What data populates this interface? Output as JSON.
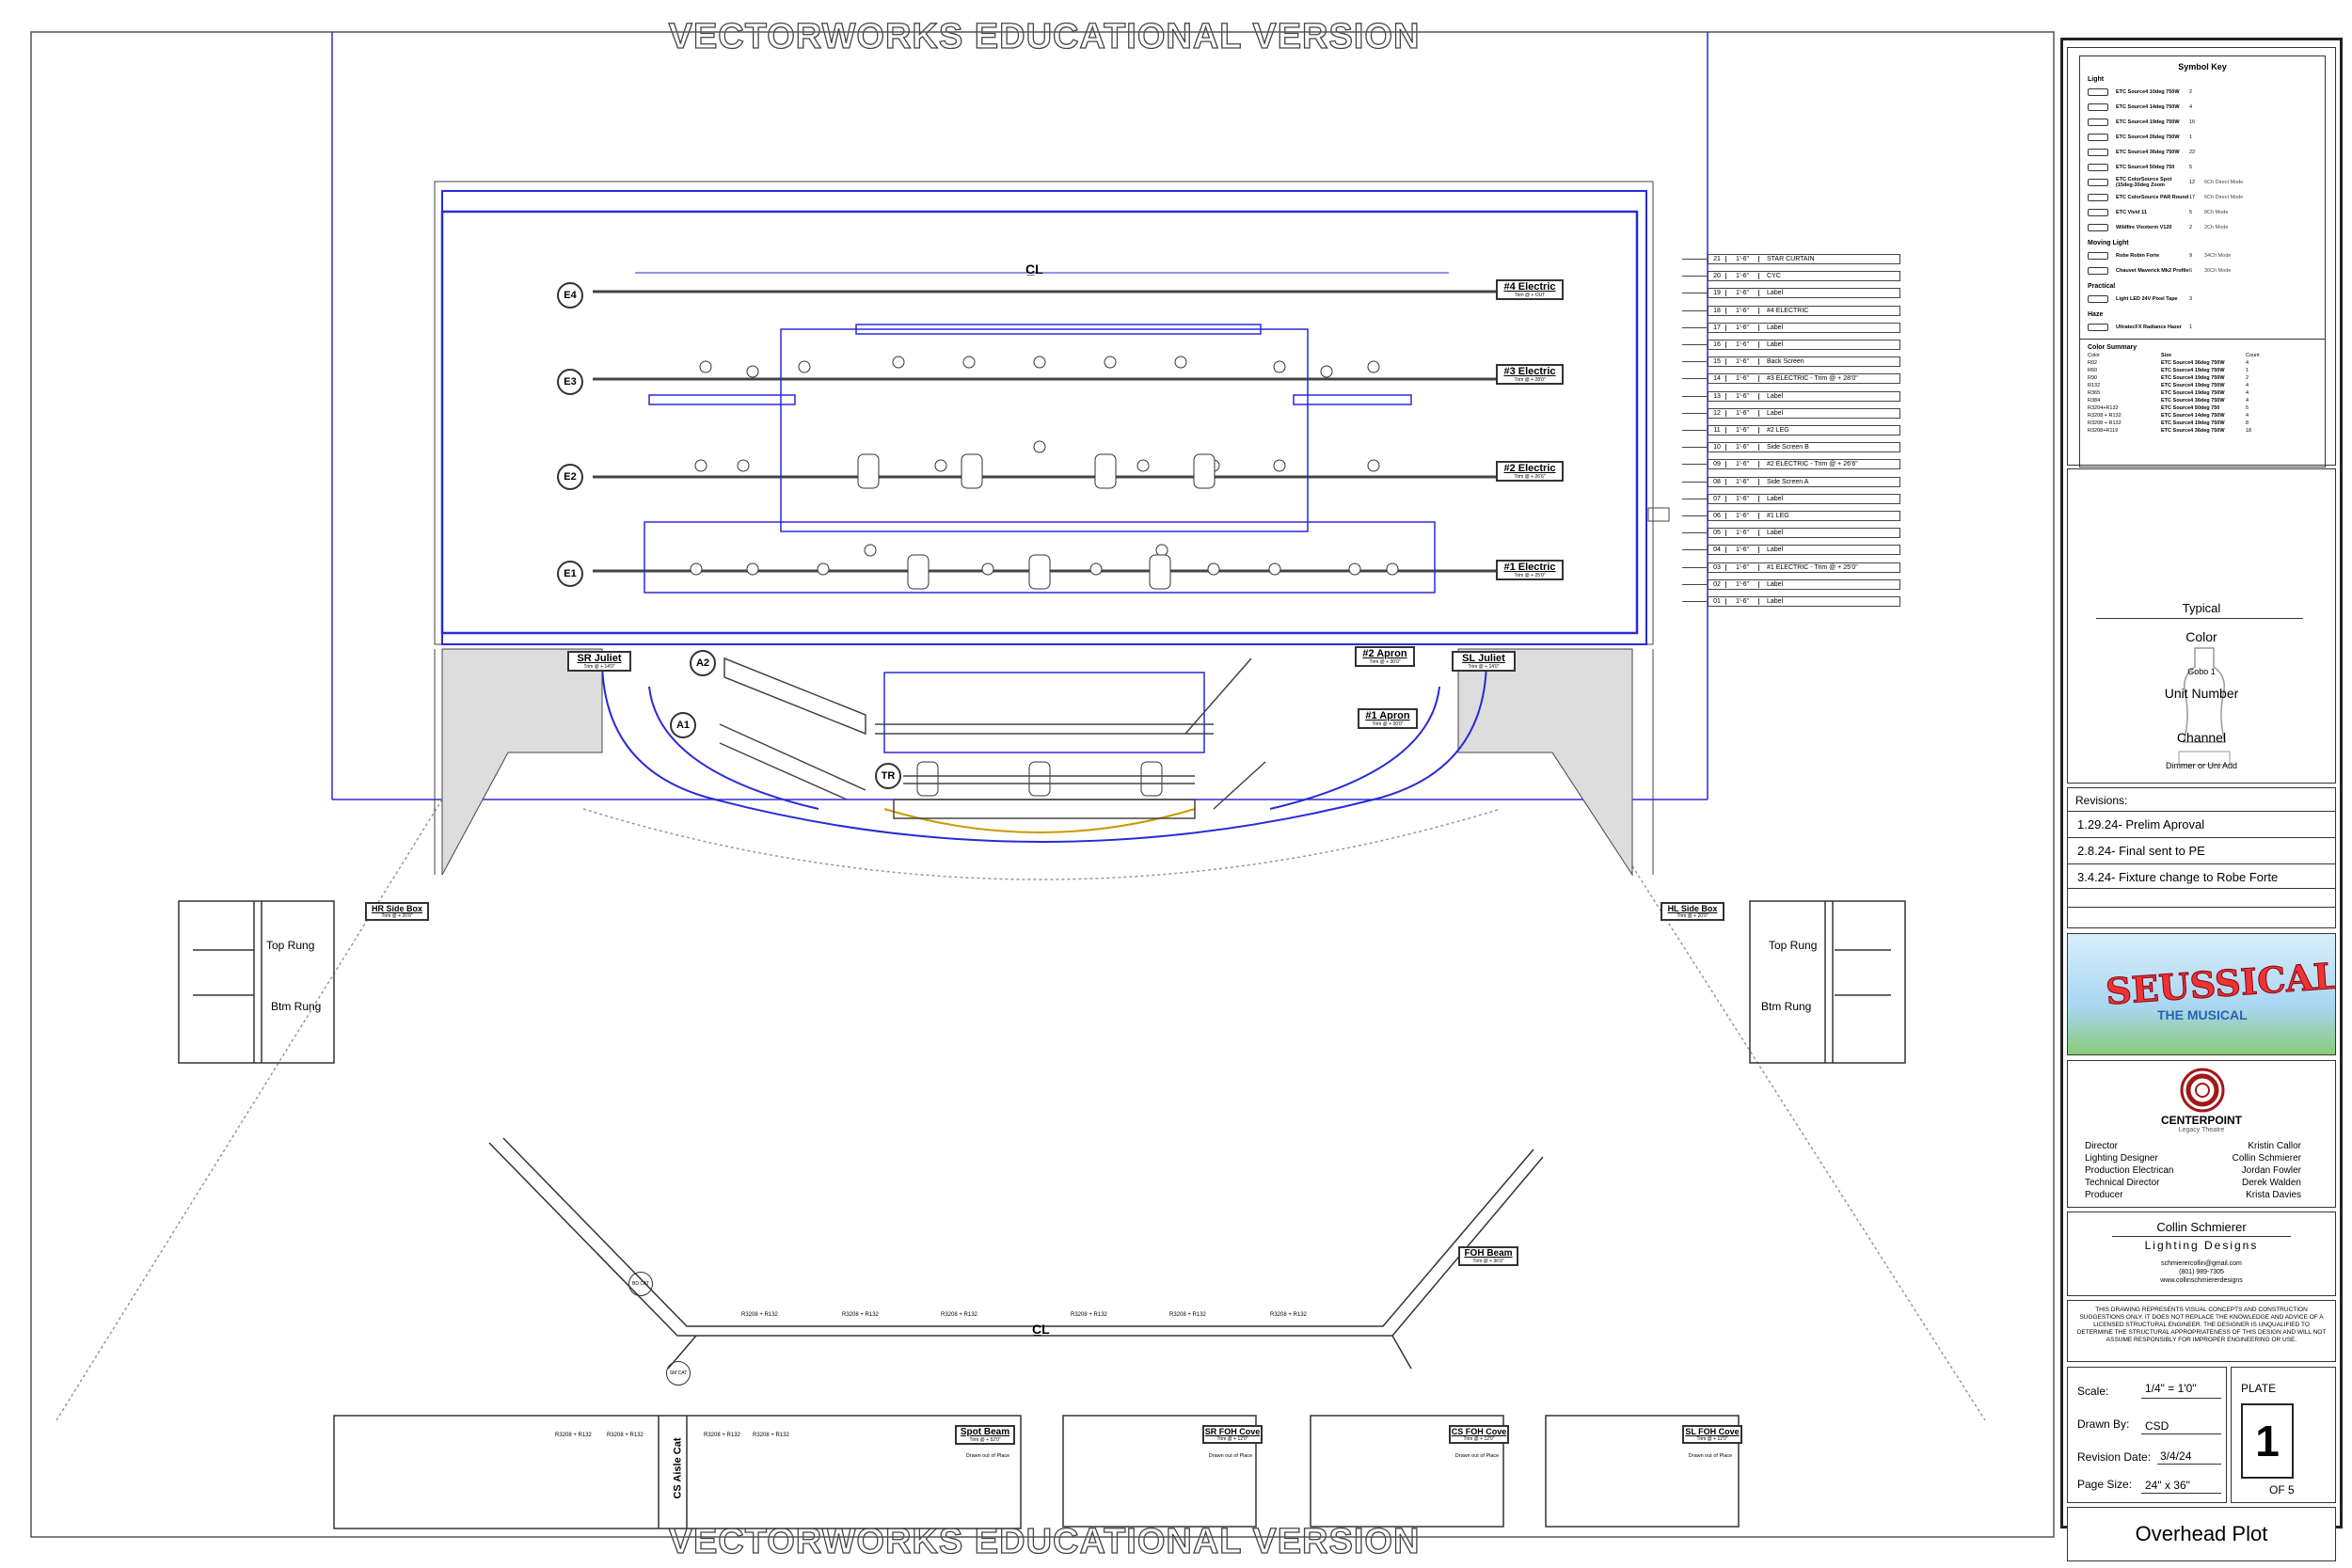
{
  "watermark": "VECTORWORKS EDUCATIONAL VERSION",
  "centerline_symbol": "C̲L",
  "stage_labels": {
    "E4": "E4",
    "E3": "E3",
    "E2": "E2",
    "E1": "E1",
    "A2": "A2",
    "A1": "A1",
    "TR": "TR",
    "electric4": "#4 Electric",
    "electric3": "#3 Electric",
    "electric2": "#2 Electric",
    "electric1": "#1 Electric",
    "electric4_trim": "Trim @ + OUT",
    "electric3_trim": "Trim @ + 28'0\"",
    "electric2_trim": "Trim @ + 26'6\"",
    "electric1_trim": "Trim @ + 25'0\"",
    "sr_juliet": "SR Juliet",
    "sr_juliet_trim": "Trim @ + 14'0\"",
    "sl_juliet": "SL Juliet",
    "sl_juliet_trim": "Trim @ + 14'0\"",
    "apron2": "#2 Apron",
    "apron2_trim": "Trim @ + 30'0\"",
    "apron1": "#1 Apron",
    "apron1_trim": "Trim @ + 30'0\"",
    "hr_side_box": "HR Side Box",
    "hr_trim": "Trim @ + 20'0\"",
    "hl_side_box": "HL Side Box",
    "hl_trim": "Trim @ + 20'0\"",
    "top_rung": "Top Rung",
    "btm_rung": "Btm Rung",
    "foh_beam": "FOH Beam",
    "foh_trim": "Trim @ + 36'0\"",
    "spot_beam": "Spot Beam",
    "spot_trim": "Trim @ + 52'0\"",
    "cs_aisle_cat": "CS Aisle Cat",
    "sr_foh_cove": "SR FOH Cove",
    "cs_foh_cove": "CS FOH Cove",
    "sl_foh_cove": "SL FOH Cove",
    "cove_trim": "Trim @ + 12'0\"",
    "drawn_out": "Drawn out of Place",
    "color_code": "R3208 + R132",
    "bd_cat": "BD CAT",
    "sm_cat": "SM CAT"
  },
  "lineset": [
    {
      "n": "21",
      "d": "1'-6\"",
      "label": "STAR CURTAIN"
    },
    {
      "n": "20",
      "d": "1'-6\"",
      "label": "CYC"
    },
    {
      "n": "19",
      "d": "1'-6\"",
      "label": "Label"
    },
    {
      "n": "18",
      "d": "1'-6\"",
      "label": "#4 ELECTRIC"
    },
    {
      "n": "17",
      "d": "1'-6\"",
      "label": "Label"
    },
    {
      "n": "16",
      "d": "1'-6\"",
      "label": "Label"
    },
    {
      "n": "15",
      "d": "1'-6\"",
      "label": "Back Screen"
    },
    {
      "n": "14",
      "d": "1'-6\"",
      "label": "#3 ELECTRIC - Trim @ + 28'0\""
    },
    {
      "n": "13",
      "d": "1'-6\"",
      "label": "Label"
    },
    {
      "n": "12",
      "d": "1'-6\"",
      "label": "Label"
    },
    {
      "n": "11",
      "d": "1'-6\"",
      "label": "#2 LEG"
    },
    {
      "n": "10",
      "d": "1'-6\"",
      "label": "Side Screen B"
    },
    {
      "n": "09",
      "d": "1'-6\"",
      "label": "#2 ELECTRIC - Trim @ + 26'6\""
    },
    {
      "n": "08",
      "d": "1'-6\"",
      "label": "Side Screen A"
    },
    {
      "n": "07",
      "d": "1'-6\"",
      "label": "Label"
    },
    {
      "n": "06",
      "d": "1'-6\"",
      "label": "#1 LEG"
    },
    {
      "n": "05",
      "d": "1'-6\"",
      "label": "Label"
    },
    {
      "n": "04",
      "d": "1'-6\"",
      "label": "Label"
    },
    {
      "n": "03",
      "d": "1'-6\"",
      "label": "#1 ELECTRIC - Trim @ + 25'0\""
    },
    {
      "n": "02",
      "d": "1'-6\"",
      "label": "Label"
    },
    {
      "n": "01",
      "d": "1'-6\"",
      "label": "Label"
    }
  ],
  "symbol_key": {
    "title": "Symbol Key",
    "sections": [
      {
        "name": "Light",
        "items": [
          {
            "name": "ETC Source4 10deg 750W",
            "count": "2",
            "mode": ""
          },
          {
            "name": "ETC Source4 14deg 750W",
            "count": "4",
            "mode": ""
          },
          {
            "name": "ETC Source4 19deg 750W",
            "count": "16",
            "mode": ""
          },
          {
            "name": "ETC Source4 26deg 750W",
            "count": "1",
            "mode": ""
          },
          {
            "name": "ETC Source4 36deg 750W",
            "count": "22",
            "mode": ""
          },
          {
            "name": "ETC Source4 50deg 750",
            "count": "5",
            "mode": ""
          },
          {
            "name": "ETC ColorSource Spot (15deg-30deg Zoom",
            "count": "12",
            "mode": "6Ch Direct Mode"
          },
          {
            "name": "ETC ColorSource PAR Round",
            "count": "17",
            "mode": "6Ch Direct Mode"
          },
          {
            "name": "ETC Vivid 11",
            "count": "5",
            "mode": "8Ch Mode"
          },
          {
            "name": "Wildfire Vioxterm V120",
            "count": "2",
            "mode": "2Ch Mode"
          }
        ]
      },
      {
        "name": "Moving Light",
        "items": [
          {
            "name": "Robe Robin Forte",
            "count": "9",
            "mode": "34Ch Mode"
          },
          {
            "name": "Chauvet Maverick Mk2 Profile",
            "count": "6",
            "mode": "30Ch Mode"
          }
        ]
      },
      {
        "name": "Practical",
        "items": [
          {
            "name": "Light LED 24V Pixel Tape",
            "count": "3",
            "mode": ""
          }
        ]
      },
      {
        "name": "Haze",
        "items": [
          {
            "name": "UltratecFX Radiance Hazer",
            "count": "1",
            "mode": ""
          }
        ]
      }
    ],
    "color_summary_title": "Color Summary",
    "color_summary_header": [
      "Color",
      "Size",
      "Count"
    ],
    "color_summary": [
      [
        "R02",
        "ETC Source4 36deg 750W",
        "4"
      ],
      [
        "R60",
        "ETC Source4 19deg 750W",
        "1"
      ],
      [
        "R90",
        "ETC Source4 19deg 750W",
        "2"
      ],
      [
        "R132",
        "ETC Source4 19deg 750W",
        "4"
      ],
      [
        "R365",
        "ETC Source4 19deg 750W",
        "4"
      ],
      [
        "R384",
        "ETC Source4 36deg 750W",
        "4"
      ],
      [
        "R3204+R132",
        "ETC Source4 50deg 750",
        "5"
      ],
      [
        "R3208 + R132",
        "ETC Source4 14deg 750W",
        "4"
      ],
      [
        "R3208 + R132",
        "ETC Source4 19deg 750W",
        "8"
      ],
      [
        "R3208+R119",
        "ETC Source4 36deg 750W",
        "18"
      ]
    ]
  },
  "typical": {
    "title": "Typical",
    "color": "Color",
    "gobo": "Gobo 1",
    "unit": "Unit Number",
    "channel": "Channel",
    "dimmer": "Dimmer or Uni Add"
  },
  "revisions": {
    "title": "Revisions:",
    "items": [
      "1.29.24- Prelim Aproval",
      "2.8.24- Final sent to PE",
      "3.4.24- Fixture change to Robe Forte"
    ]
  },
  "show": {
    "title_art": "SEUSSICAL",
    "subtitle_art": "THE MUSICAL"
  },
  "theatre": {
    "name": "CENTERPOINT",
    "tag": "Legacy Theatre"
  },
  "crew": [
    {
      "role": "Director",
      "name": "Kristin Callor"
    },
    {
      "role": "Lighting Designer",
      "name": "Collin Schmierer"
    },
    {
      "role": "Production Electrican",
      "name": "Jordan Fowler"
    },
    {
      "role": "Technical Director",
      "name": "Derek Walden"
    },
    {
      "role": "Producer",
      "name": "Krista Davies"
    }
  ],
  "designer": {
    "name": "Collin Schmierer",
    "company": "Lighting Designs",
    "email": "schmierercollin@gmail.com",
    "phone": "(801) 989-7305",
    "web": "www.collinschmiererdesigns"
  },
  "disclaimer": "THIS DRAWING REPRESENTS VISUAL CONCEPTS AND CONSTRUCTION SUGGESTIONS ONLY. IT DOES NOT REPLACE THE KNOWLEDGE AND ADVICE OF A LICENSED STRUCTURAL ENGINEER. THE DESIGNER IS UNQUALIFIED TO DETERMINE THE STRUCTURAL APPROPRIATENESS OF THIS DESIGN AND WILL NOT ASSUME RESPONSIBLY FOR IMPROPER ENGINEERING OR USE.",
  "sheet": {
    "scale_label": "Scale:",
    "scale": "1/4\" = 1'0\"",
    "drawn_label": "Drawn By:",
    "drawn": "CSD",
    "date_label": "Revision Date:",
    "date": "3/4/24",
    "size_label": "Page Size:",
    "size": "24\" x 36\"",
    "plate_label": "PLATE",
    "plate": "1",
    "of": "OF 5",
    "title": "Overhead Plot"
  }
}
